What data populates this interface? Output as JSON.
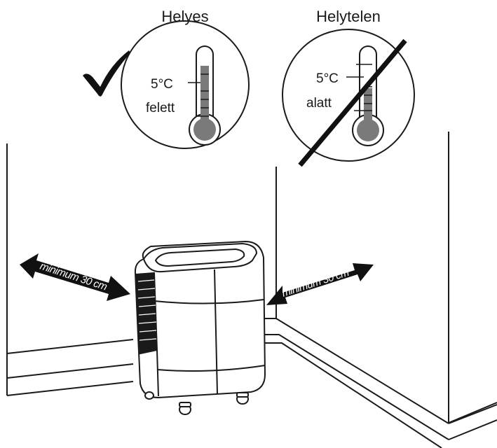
{
  "labels": {
    "correct_title": "Helyes",
    "incorrect_title": "Helytelen",
    "temp_value_correct": "5°C",
    "temp_caption_correct": "felett",
    "temp_value_incorrect": "5°C",
    "temp_caption_incorrect": "alatt",
    "clearance_left": "minimum 30 cm",
    "clearance_right": "minimum 30 cm"
  },
  "icons": {
    "correct": "check-mark-icon",
    "incorrect": "cross-out-line-icon",
    "thermometer": "thermometer-icon"
  },
  "colors": {
    "line": "#1a1a1a",
    "thermo_fill": "#7a7a7a",
    "arrow_fill": "#111111"
  }
}
